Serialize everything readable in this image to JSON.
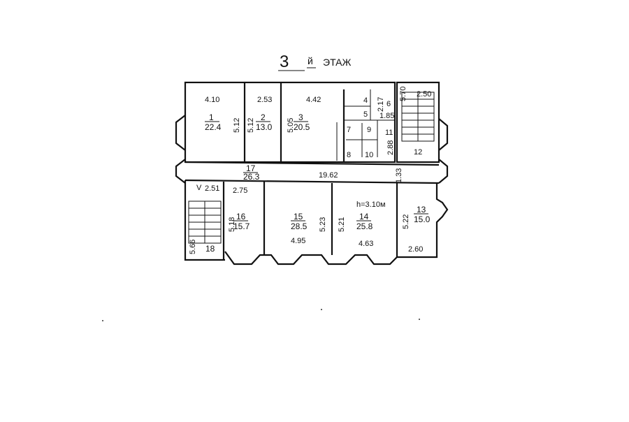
{
  "title": {
    "number": "3",
    "suffix": "й",
    "label": "ЭТАЖ"
  },
  "ceiling_height": "h=3.10м",
  "rooms": [
    {
      "id": "1",
      "area": "22.4"
    },
    {
      "id": "2",
      "area": "13.0"
    },
    {
      "id": "3",
      "area": "20.5"
    },
    {
      "id": "4"
    },
    {
      "id": "5"
    },
    {
      "id": "6"
    },
    {
      "id": "7"
    },
    {
      "id": "8"
    },
    {
      "id": "9"
    },
    {
      "id": "10"
    },
    {
      "id": "11"
    },
    {
      "id": "12"
    },
    {
      "id": "13",
      "area": "15.0"
    },
    {
      "id": "14",
      "area": "25.8"
    },
    {
      "id": "15",
      "area": "28.5"
    },
    {
      "id": "16",
      "area": "15.7"
    },
    {
      "id": "17",
      "area": "26.3"
    },
    {
      "id": "18"
    }
  ],
  "dimensions": {
    "r1_w": "4.10",
    "r1_h": "5.12",
    "r2_w": "2.53",
    "r2_h": "5.12",
    "r3_w": "4.42",
    "r3_h": "5.05",
    "r4_h": "2.17",
    "r6_w": "1.85",
    "r11_h": "2.88",
    "stair_top_h": "5.70",
    "stair_top_w": "2.50",
    "corridor_len": "19.62",
    "corridor_w": "1.33",
    "stair_bottom_w": "2.51",
    "stair_bottom_h": "5.66",
    "stair_mark": "V",
    "r16_w": "2.75",
    "r16_h": "5.18",
    "r15_h": "5.23",
    "r15_w": "4.95",
    "r14_h": "5.21",
    "r14_w": "4.63",
    "r13_h": "5.22",
    "r13_w": "2.60"
  }
}
